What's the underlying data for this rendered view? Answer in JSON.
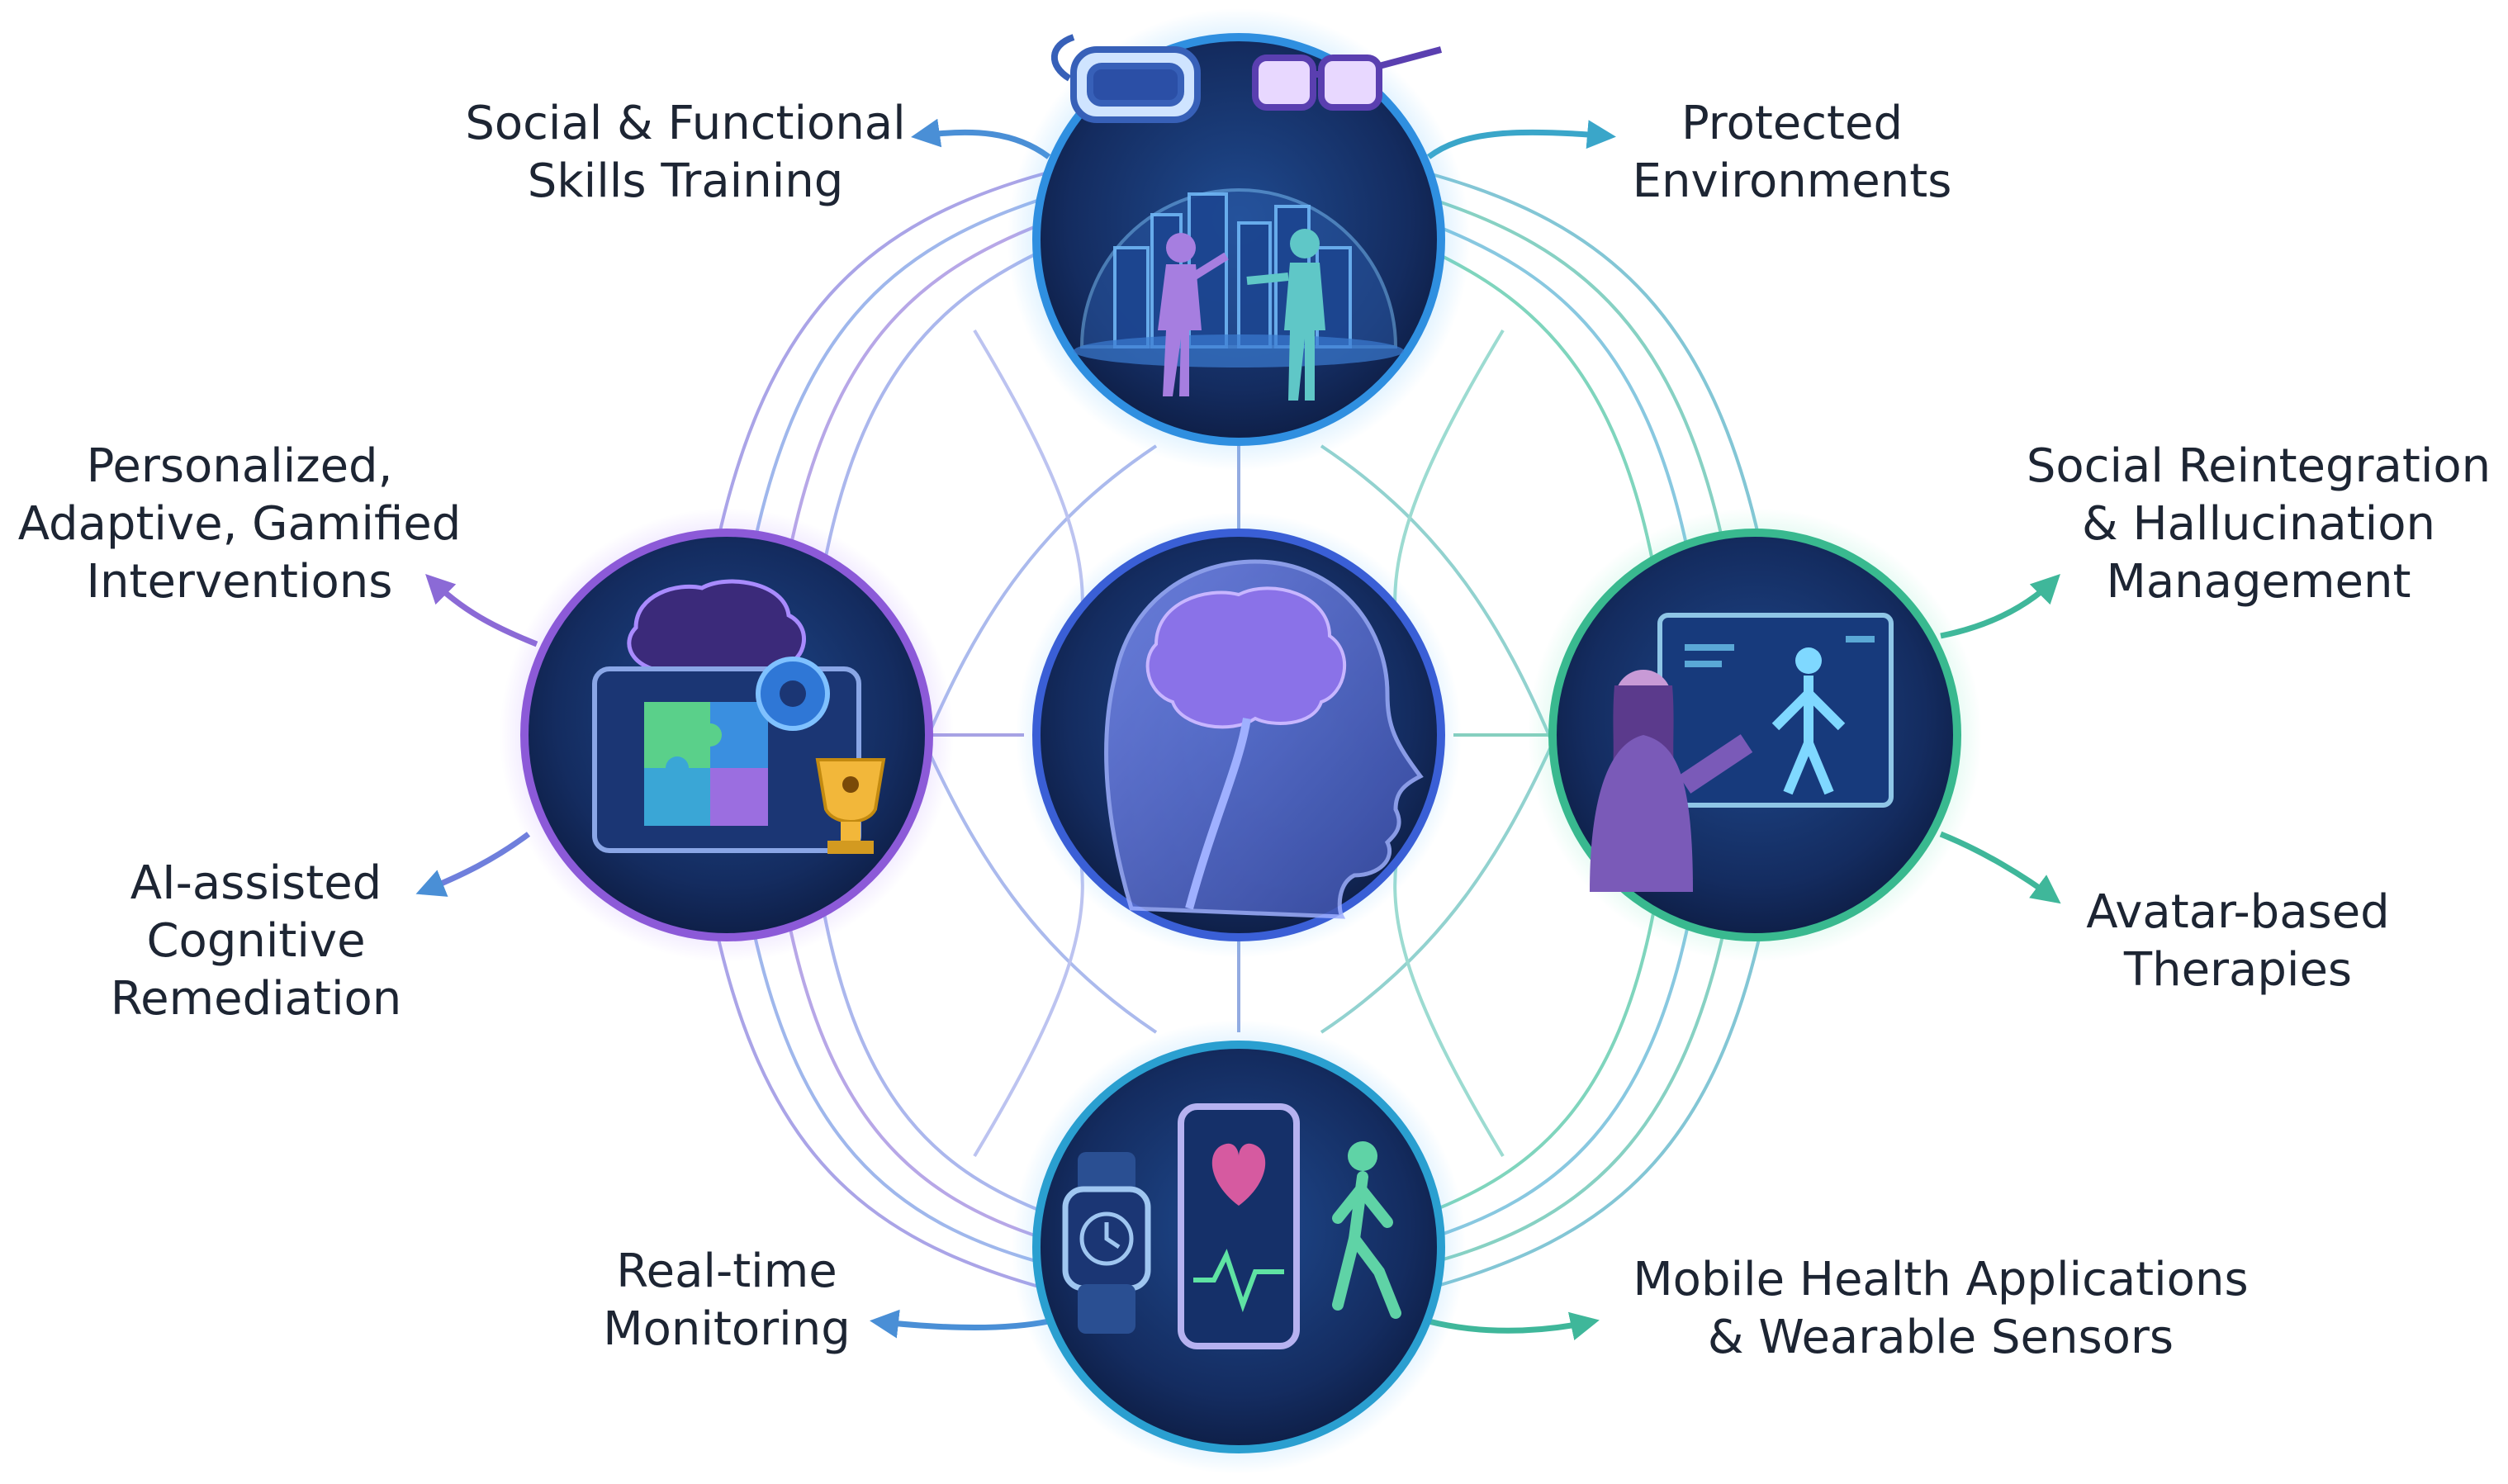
{
  "hubs": {
    "center": {
      "name": "brain-head",
      "color": "#3a5fd6"
    },
    "top": {
      "name": "virtual-reality-city",
      "color": "#2f8fe0"
    },
    "left": {
      "name": "gamified-puzzles",
      "color": "#8c5ad8"
    },
    "right": {
      "name": "avatar-screen",
      "color": "#39b98f"
    },
    "bottom": {
      "name": "wearables-mobile",
      "color": "#2a9fd0"
    }
  },
  "labels": {
    "social_functional": [
      "Social & Functional",
      "Skills Training"
    ],
    "protected_env": [
      "Protected",
      "Environments"
    ],
    "personalized": [
      "Personalized,",
      "Adaptive, Gamified",
      "Interventions"
    ],
    "social_reintegration": [
      "Social Reintegration",
      "& Hallucination",
      "Management"
    ],
    "ai_cognitive": [
      "AI-assisted",
      "Cognitive",
      "Remediation"
    ],
    "avatar": [
      "Avatar-based",
      "Therapies"
    ],
    "realtime": [
      "Real-time",
      "Monitoring"
    ],
    "mobile": [
      "Mobile Health Applications",
      "& Wearable Sensors"
    ]
  },
  "icons": {
    "vr_headset": "vr-headset-icon",
    "glasses": "smart-glasses-icon",
    "brain": "brain-icon",
    "gear": "gear-icon",
    "puzzle": "puzzle-icon",
    "trophy": "trophy-icon",
    "tablet": "tablet-icon",
    "watch": "smartwatch-icon",
    "phone": "phone-heart-icon",
    "walker": "walking-person-icon",
    "avatar_screen": "avatar-screen-icon"
  }
}
